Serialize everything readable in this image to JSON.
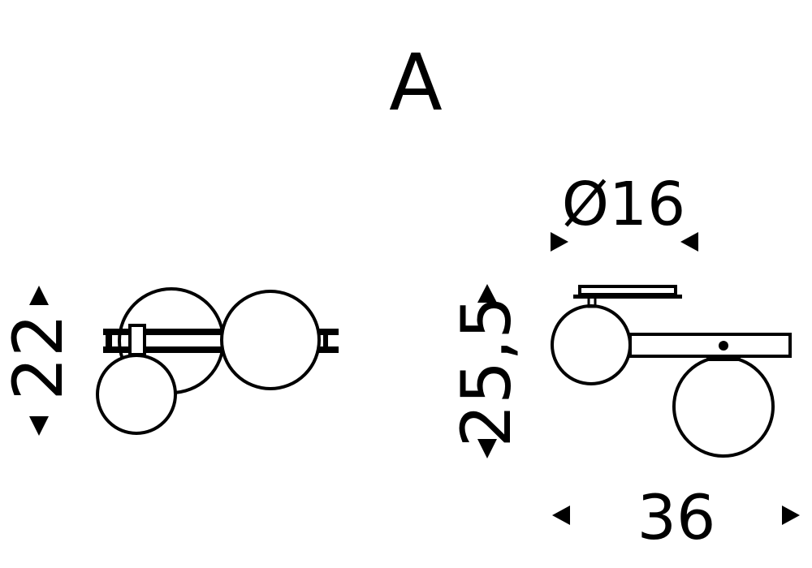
{
  "title": "A",
  "left_view": {
    "height_dim": "22"
  },
  "right_view": {
    "diameter_dim": "Ø16",
    "height_dim": "25,5",
    "width_dim": "36"
  },
  "colors": {
    "line": "#000000",
    "background": "#ffffff"
  }
}
